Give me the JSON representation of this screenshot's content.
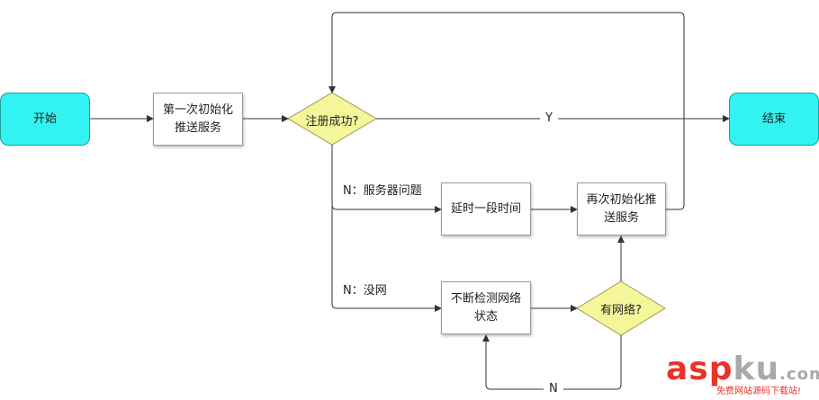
{
  "nodes": {
    "start": "开始",
    "init_push": "第一次初始化推送服务",
    "registered": "注册成功?",
    "end": "结束",
    "delay": "延时一段时间",
    "reinit": "再次初始化推送服务",
    "check_network": "不断检测网络状态",
    "has_network": "有网络?"
  },
  "edge_labels": {
    "yes": "Y",
    "server_issue": "N：服务器问题",
    "no_network": "N：没网",
    "no": "N"
  },
  "colors": {
    "terminal_fill": "#33f2f2",
    "decision_fill": "#f5f59a",
    "line": "#333333"
  },
  "watermark": {
    "main_red": "asp",
    "main_gray": "ku",
    "suffix": ".com",
    "subtitle": "免费网站源码下载站!"
  }
}
